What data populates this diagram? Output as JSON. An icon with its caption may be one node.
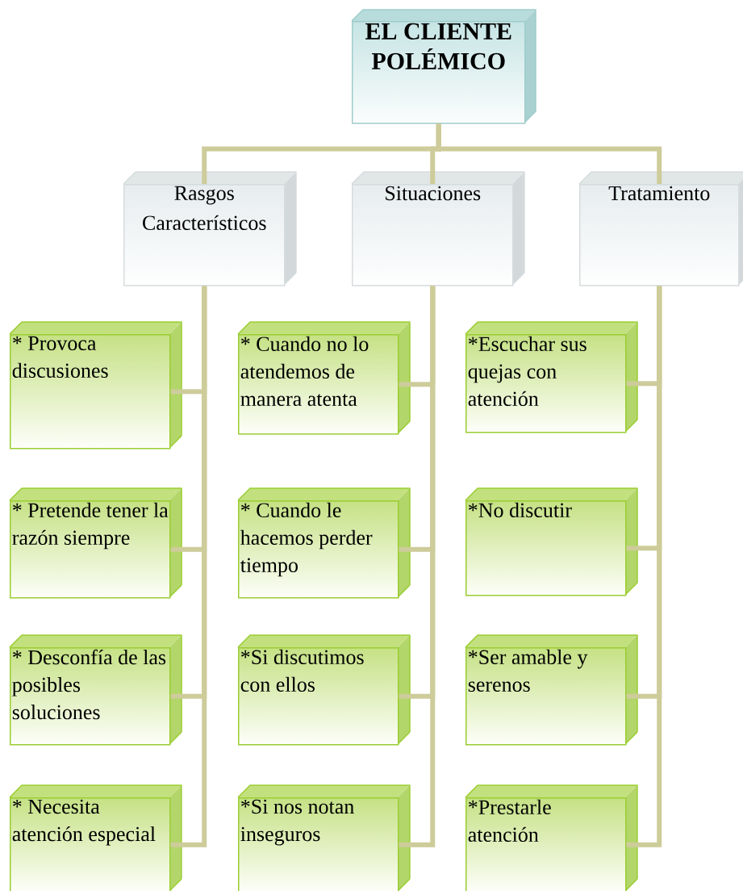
{
  "diagram": {
    "nodes": [
      {
        "text": [
          "EL CLIENTE POLÉMICO"
        ]
      },
      {
        "text": [
          "Rasgos Característicos"
        ]
      },
      {
        "text": [
          "Situaciones"
        ]
      },
      {
        "text": [
          "Tratamiento"
        ]
      },
      {
        "text": [
          "* Provoca discusiones"
        ]
      },
      {
        "text": [
          "* Pretende tener la razón siempre"
        ]
      },
      {
        "text": [
          "* Desconfía de las posibles soluciones"
        ]
      },
      {
        "text": [
          "* Necesita atención especial"
        ]
      },
      {
        "text": [
          "* Cuando no lo atendemos de manera atenta"
        ]
      },
      {
        "text": [
          "* Cuando le hacemos perder tiempo"
        ]
      },
      {
        "text": [
          "*Si discutimos con ellos"
        ]
      },
      {
        "text": [
          "*Si nos notan inseguros"
        ]
      },
      {
        "text": [
          "*Escuchar sus quejas con atención"
        ]
      },
      {
        "text": [
          "*No discutir"
        ]
      },
      {
        "text": [
          "*Ser amable y serenos"
        ]
      },
      {
        "text": [
          "*Prestarle atención"
        ]
      }
    ],
    "edges": [
      {
        "from": 0,
        "to": 1,
        "arrow": "none"
      },
      {
        "from": 0,
        "to": 2,
        "arrow": "none"
      },
      {
        "from": 0,
        "to": 3,
        "arrow": "none"
      },
      {
        "from": 1,
        "to": 4,
        "arrow": "none"
      },
      {
        "from": 1,
        "to": 5,
        "arrow": "none"
      },
      {
        "from": 1,
        "to": 6,
        "arrow": "none"
      },
      {
        "from": 1,
        "to": 7,
        "arrow": "none"
      },
      {
        "from": 2,
        "to": 8,
        "arrow": "none"
      },
      {
        "from": 2,
        "to": 9,
        "arrow": "none"
      },
      {
        "from": 2,
        "to": 10,
        "arrow": "none"
      },
      {
        "from": 2,
        "to": 11,
        "arrow": "none"
      },
      {
        "from": 3,
        "to": 12,
        "arrow": "none"
      },
      {
        "from": 3,
        "to": 13,
        "arrow": "none"
      },
      {
        "from": 3,
        "to": 14,
        "arrow": "none"
      },
      {
        "from": 3,
        "to": 15,
        "arrow": "none"
      }
    ]
  }
}
